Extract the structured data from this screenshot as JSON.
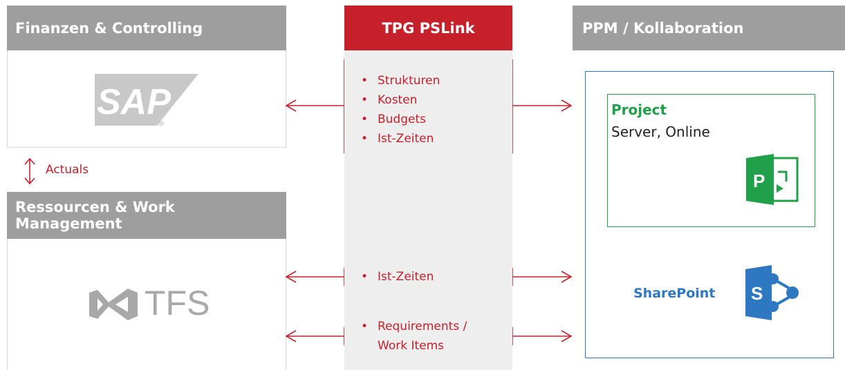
{
  "headers": {
    "left_top": "Finanzen & Controlling",
    "center": "TPG PSLink",
    "right": "PPM / Kollaboration",
    "left_bottom": "Ressourcen & Work Management"
  },
  "logos": {
    "sap": "SAP",
    "sap_registered": "®",
    "tfs": "TFS"
  },
  "center_lists": {
    "top": [
      "Strukturen",
      "Kosten",
      "Budgets",
      "Ist-Zeiten"
    ],
    "middle": [
      "Ist-Zeiten"
    ],
    "bottom": [
      "Requirements / Work Items"
    ]
  },
  "actuals_label": "Actuals",
  "project": {
    "title": "Project",
    "subtitle": "Server, Online",
    "icon_letter": "P"
  },
  "sharepoint": {
    "label": "SharePoint",
    "icon_letter": "S"
  },
  "colors": {
    "red": "#c6202a",
    "gray_header": "#9e9e9e",
    "project_green": "#21a04a",
    "sharepoint_blue": "#2e78c2"
  }
}
